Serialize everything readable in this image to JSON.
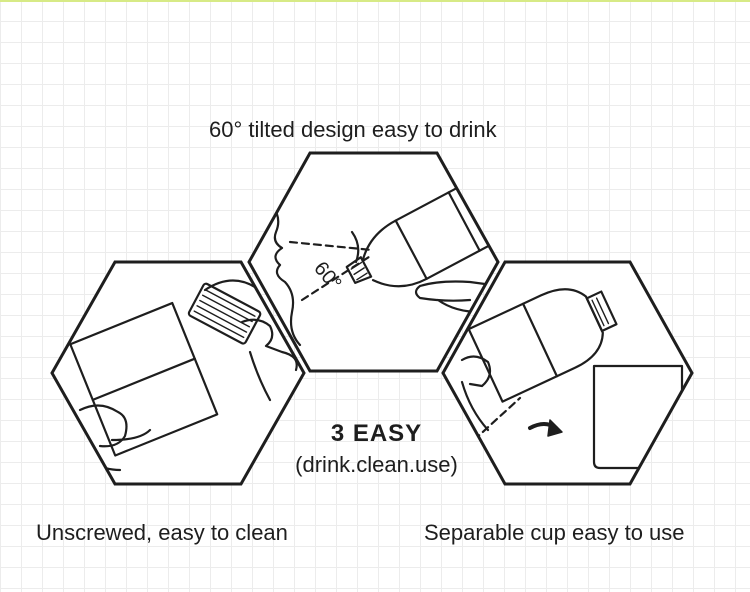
{
  "captions": {
    "top": "60° tilted design easy to drink",
    "left": "Unscrewed, easy to clean",
    "right": "Separable cup easy to use"
  },
  "center": {
    "title": "3 EASY",
    "subtitle": "(drink.clean.use)"
  },
  "panels": {
    "top": {
      "angle_label": "60°"
    }
  },
  "colors": {
    "stroke": "#1e1e1e",
    "grid": "#ececec",
    "top_accent": "#d7ea86"
  }
}
